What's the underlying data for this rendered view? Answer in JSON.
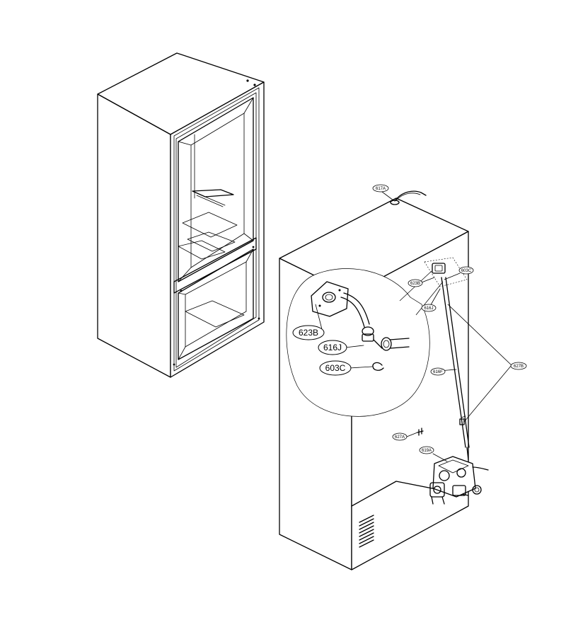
{
  "callouts": {
    "c617A": "617A",
    "c623B_small": "623B",
    "c603C_small": "603C",
    "c616J_small": "616J",
    "c616F": "616F",
    "c627B": "627B",
    "c627A": "627A",
    "c619A": "619A",
    "c623B_large": "623B",
    "c616J_large": "616J",
    "c603C_large": "603C"
  }
}
